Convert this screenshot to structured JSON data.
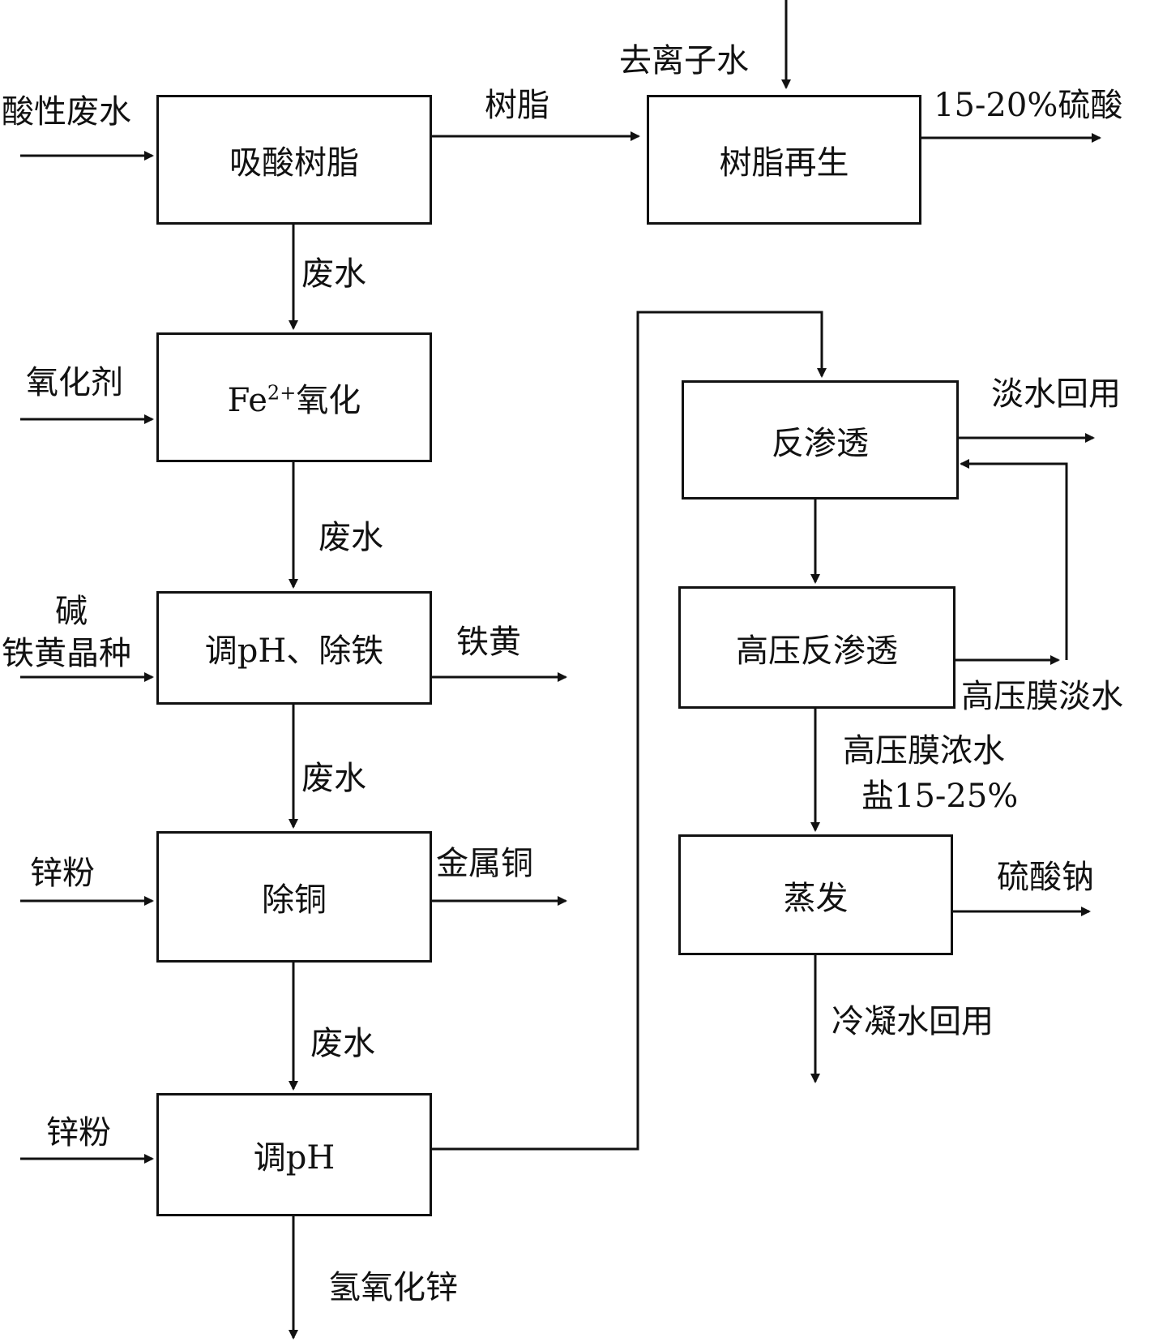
{
  "boxes": {
    "acid_resin": "吸酸树脂",
    "resin_regen": "树脂再生",
    "fe_oxidation_prefix": "Fe",
    "fe_oxidation_sup": "2+",
    "fe_oxidation_suffix": "氧化",
    "ph_iron": "调pH、除铁",
    "copper_removal": "除铜",
    "ph_adjust": "调pH",
    "reverse_osmosis": "反渗透",
    "hp_reverse_osmosis": "高压反渗透",
    "evaporation": "蒸发"
  },
  "labels": {
    "acid_wastewater": "酸性废水",
    "resin": "树脂",
    "deionized_water": "去离子水",
    "sulfuric_acid": "15-20%硫酸",
    "wastewater_1": "废水",
    "oxidant": "氧化剂",
    "wastewater_2": "废水",
    "alkali": "碱",
    "iron_yellow_seed": "铁黄晶种",
    "iron_yellow": "铁黄",
    "wastewater_3": "废水",
    "zinc_powder_1": "锌粉",
    "metal_copper": "金属铜",
    "wastewater_4": "废水",
    "zinc_powder_2": "锌粉",
    "zinc_hydroxide": "氢氧化锌",
    "fresh_water_reuse": "淡水回用",
    "hp_membrane_fresh_water": "高压膜淡水",
    "hp_membrane_concentrate": "高压膜浓水",
    "salt_concentration": "盐15-25%",
    "sodium_sulfate": "硫酸钠",
    "condensate_reuse": "冷凝水回用"
  }
}
